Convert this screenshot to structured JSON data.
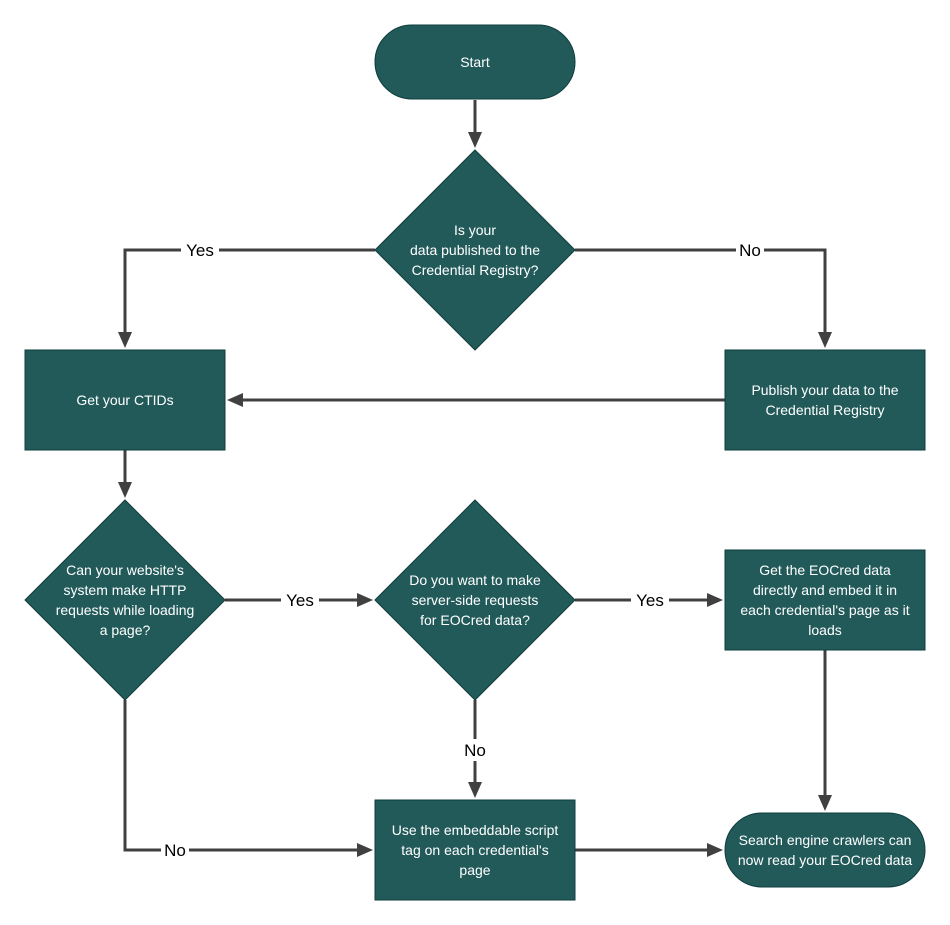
{
  "colors": {
    "node_fill": "#225a5a",
    "node_text": "#ffffff",
    "edge": "#404040",
    "edge_label": "#000000",
    "background": "#ffffff"
  },
  "nodes": {
    "start": {
      "shape": "stadium",
      "lines": [
        "Start"
      ]
    },
    "published_decision": {
      "shape": "diamond",
      "lines": [
        "Is your",
        "data published to the",
        "Credential Registry?"
      ]
    },
    "get_ctids": {
      "shape": "rectangle",
      "lines": [
        "Get your CTIDs"
      ]
    },
    "publish_data": {
      "shape": "rectangle",
      "lines": [
        "Publish your data to the",
        "Credential Registry"
      ]
    },
    "http_decision": {
      "shape": "diamond",
      "lines": [
        "Can your website's",
        "system make HTTP",
        "requests while loading",
        "a page?"
      ]
    },
    "server_side_decision": {
      "shape": "diamond",
      "lines": [
        "Do you want to make",
        "server-side requests",
        "for EOCred data?"
      ]
    },
    "embed_directly": {
      "shape": "rectangle",
      "lines": [
        "Get the EOCred data",
        "directly and embed it in",
        "each credential's page as it",
        "loads"
      ]
    },
    "script_tag": {
      "shape": "rectangle",
      "lines": [
        "Use the embeddable script",
        "tag on each credential's",
        "page"
      ]
    },
    "crawlers": {
      "shape": "stadium",
      "lines": [
        "Search engine crawlers can",
        "now read your EOCred data"
      ]
    }
  },
  "edges": [
    {
      "id": "start_to_published",
      "from": "start",
      "to": "published_decision",
      "label": ""
    },
    {
      "id": "published_yes",
      "from": "published_decision",
      "to": "get_ctids",
      "label": "Yes"
    },
    {
      "id": "published_no",
      "from": "published_decision",
      "to": "publish_data",
      "label": "No"
    },
    {
      "id": "publish_to_ctids",
      "from": "publish_data",
      "to": "get_ctids",
      "label": ""
    },
    {
      "id": "ctids_to_http",
      "from": "get_ctids",
      "to": "http_decision",
      "label": ""
    },
    {
      "id": "http_yes",
      "from": "http_decision",
      "to": "server_side_decision",
      "label": "Yes"
    },
    {
      "id": "http_no",
      "from": "http_decision",
      "to": "script_tag",
      "label": "No"
    },
    {
      "id": "server_yes",
      "from": "server_side_decision",
      "to": "embed_directly",
      "label": "Yes"
    },
    {
      "id": "server_no",
      "from": "server_side_decision",
      "to": "script_tag",
      "label": "No"
    },
    {
      "id": "embed_to_crawlers",
      "from": "embed_directly",
      "to": "crawlers",
      "label": ""
    },
    {
      "id": "script_to_crawlers",
      "from": "script_tag",
      "to": "crawlers",
      "label": ""
    }
  ]
}
